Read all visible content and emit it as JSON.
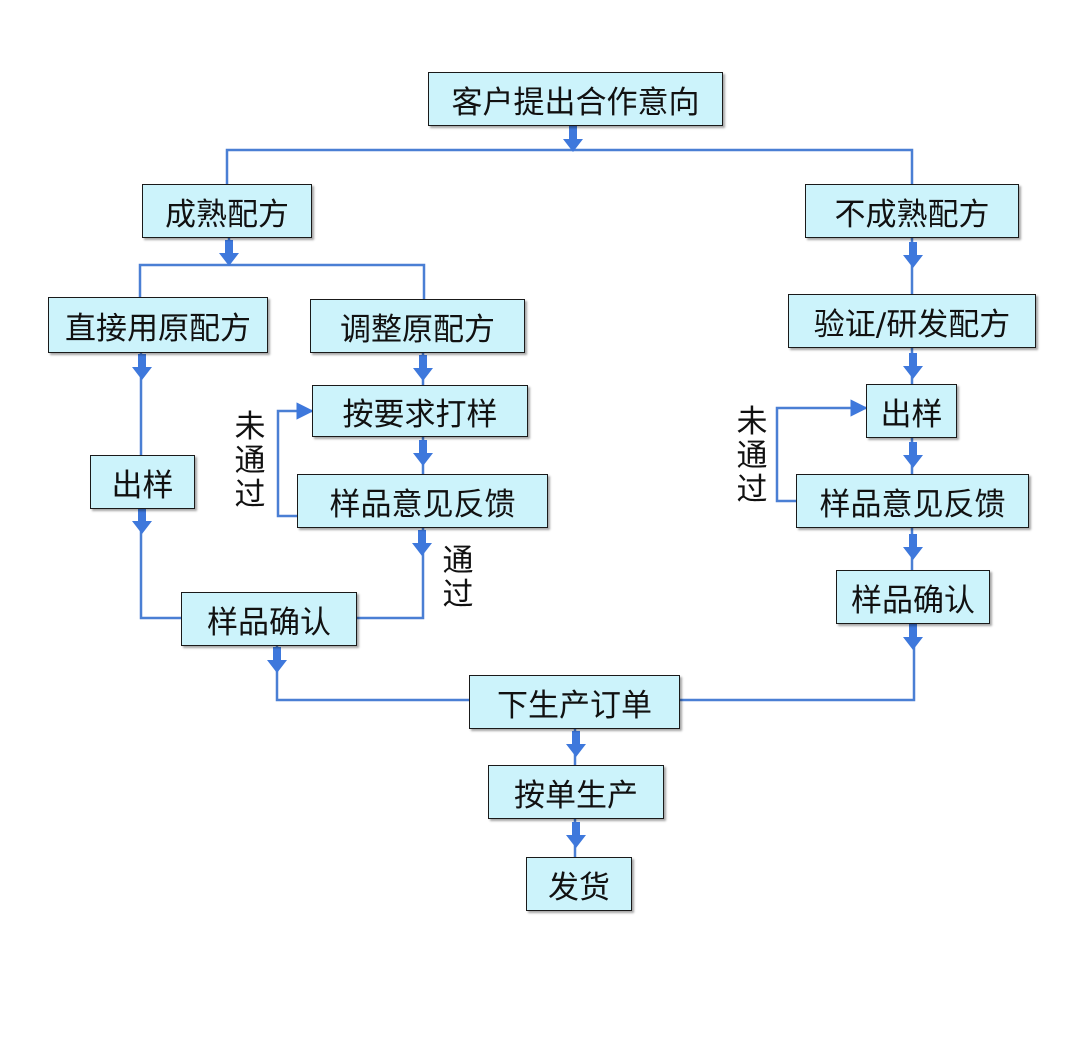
{
  "diagram": {
    "nodes": {
      "start": "客户提出合作意向",
      "mature": "成熟配方",
      "immature": "不成熟配方",
      "direct": "直接用原配方",
      "adjust": "调整原配方",
      "verify": "验证/研发配方",
      "sample_left": "出样",
      "proof_mid": "按要求打样",
      "feedback_mid": "样品意见反馈",
      "confirm_left": "样品确认",
      "sample_right": "出样",
      "feedback_right": "样品意见反馈",
      "confirm_right": "样品确认",
      "order": "下生产订单",
      "produce": "按单生产",
      "ship": "发货"
    },
    "labels": {
      "fail_mid": "未通过",
      "pass_mid": "通过",
      "fail_right": "未通过"
    }
  },
  "colors": {
    "line": "#4a7fd4",
    "arrow": "#3e78dc",
    "box_fill": "#ccf3fb",
    "box_border": "#1a1a1a"
  }
}
